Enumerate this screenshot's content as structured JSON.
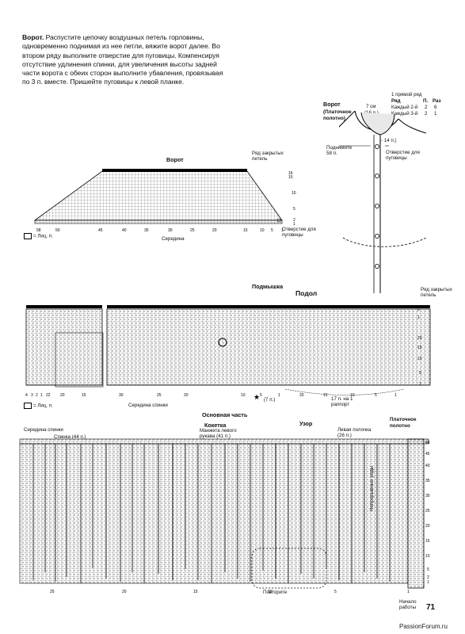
{
  "intro": {
    "title": "Ворот.",
    "text": "Распустите цепочку воздушных петель горловины, одновременно поднимая из нее петли, вяжите ворот далее. Во втором ряду выполните отверстие для пуговицы. Компенсируя отсутствие удлинения спинки, для увеличения высоты задней части ворота с обеих сторон выполните убавления, провязывая по 3 п. вместе. Пришейте пуговицы к левой планке."
  },
  "collar_chart": {
    "title": "Ворот",
    "row_label": "Ряд закрытых петель",
    "row_numbers_right": [
      "16",
      "15",
      "10",
      "5",
      "2",
      "1"
    ],
    "bottom_numbers": [
      "58",
      "50",
      "45",
      "40",
      "35",
      "30",
      "25",
      "20",
      "15",
      "10",
      "5",
      "1"
    ],
    "legend": "= Лиц. п.",
    "center_label": "Середина",
    "buttonhole_label": "Отверстие для пуговицы"
  },
  "schematic": {
    "title": "Ворот",
    "subtitle": "(Платочное полотно)",
    "width_label": "7 см",
    "width_stitches": "(16 п.)",
    "pickup_label": "Поднимите 58 п.",
    "minus_label": "(- 14 п.)",
    "buttonhole_label": "Отверстие для пуговицы",
    "table": {
      "top_note": "1 прямой ряд",
      "headers": [
        "Ряд",
        "П.",
        "Раз"
      ],
      "rows": [
        [
          "Каждый 2-й",
          "2",
          "6"
        ],
        [
          "Каждый 3-й",
          "2",
          "1"
        ]
      ]
    }
  },
  "hem_chart": {
    "title": "Подол",
    "armpit_label": "Подмышка",
    "row_label": "Ряд закрытых петель",
    "row_numbers_right": [
      "5",
      "1",
      "20",
      "15",
      "10",
      "5",
      "1"
    ],
    "bottom_numbers": [
      "4",
      "3",
      "2",
      "1",
      "22",
      "20",
      "15",
      "10",
      "5",
      "1",
      "30",
      "25",
      "20",
      "15",
      "10",
      "5",
      "1",
      "20",
      "15",
      "10",
      "5",
      "1"
    ],
    "legend": "= Лиц. п.",
    "center_label": "Середина спинки",
    "star_label": "(7 п.)",
    "repeat_label": "17 п. на 1 раппорт"
  },
  "main_chart": {
    "title": "Основная часть",
    "labels": {
      "back_center": "Середина спинки",
      "back": "Спинка (44 п.)",
      "yoke": "Кокетка",
      "cuff": "Манжета левого рукава (41 п.)",
      "pattern": "Узор",
      "left_front": "Левая полочка (26 п.)",
      "garter": "Платочное полотно",
      "continuous_row": "Непрерывные ряды",
      "repeat": "Повторите",
      "start": "Начало работы"
    },
    "row_numbers_right": [
      "48",
      "45",
      "40",
      "35",
      "30",
      "25",
      "20",
      "15",
      "10",
      "5",
      "2",
      "1"
    ],
    "bottom_numbers": [
      "25",
      "20",
      "15",
      "10",
      "5",
      "1"
    ]
  },
  "footer": {
    "page_number": "71",
    "site": "PassionForum.ru"
  }
}
